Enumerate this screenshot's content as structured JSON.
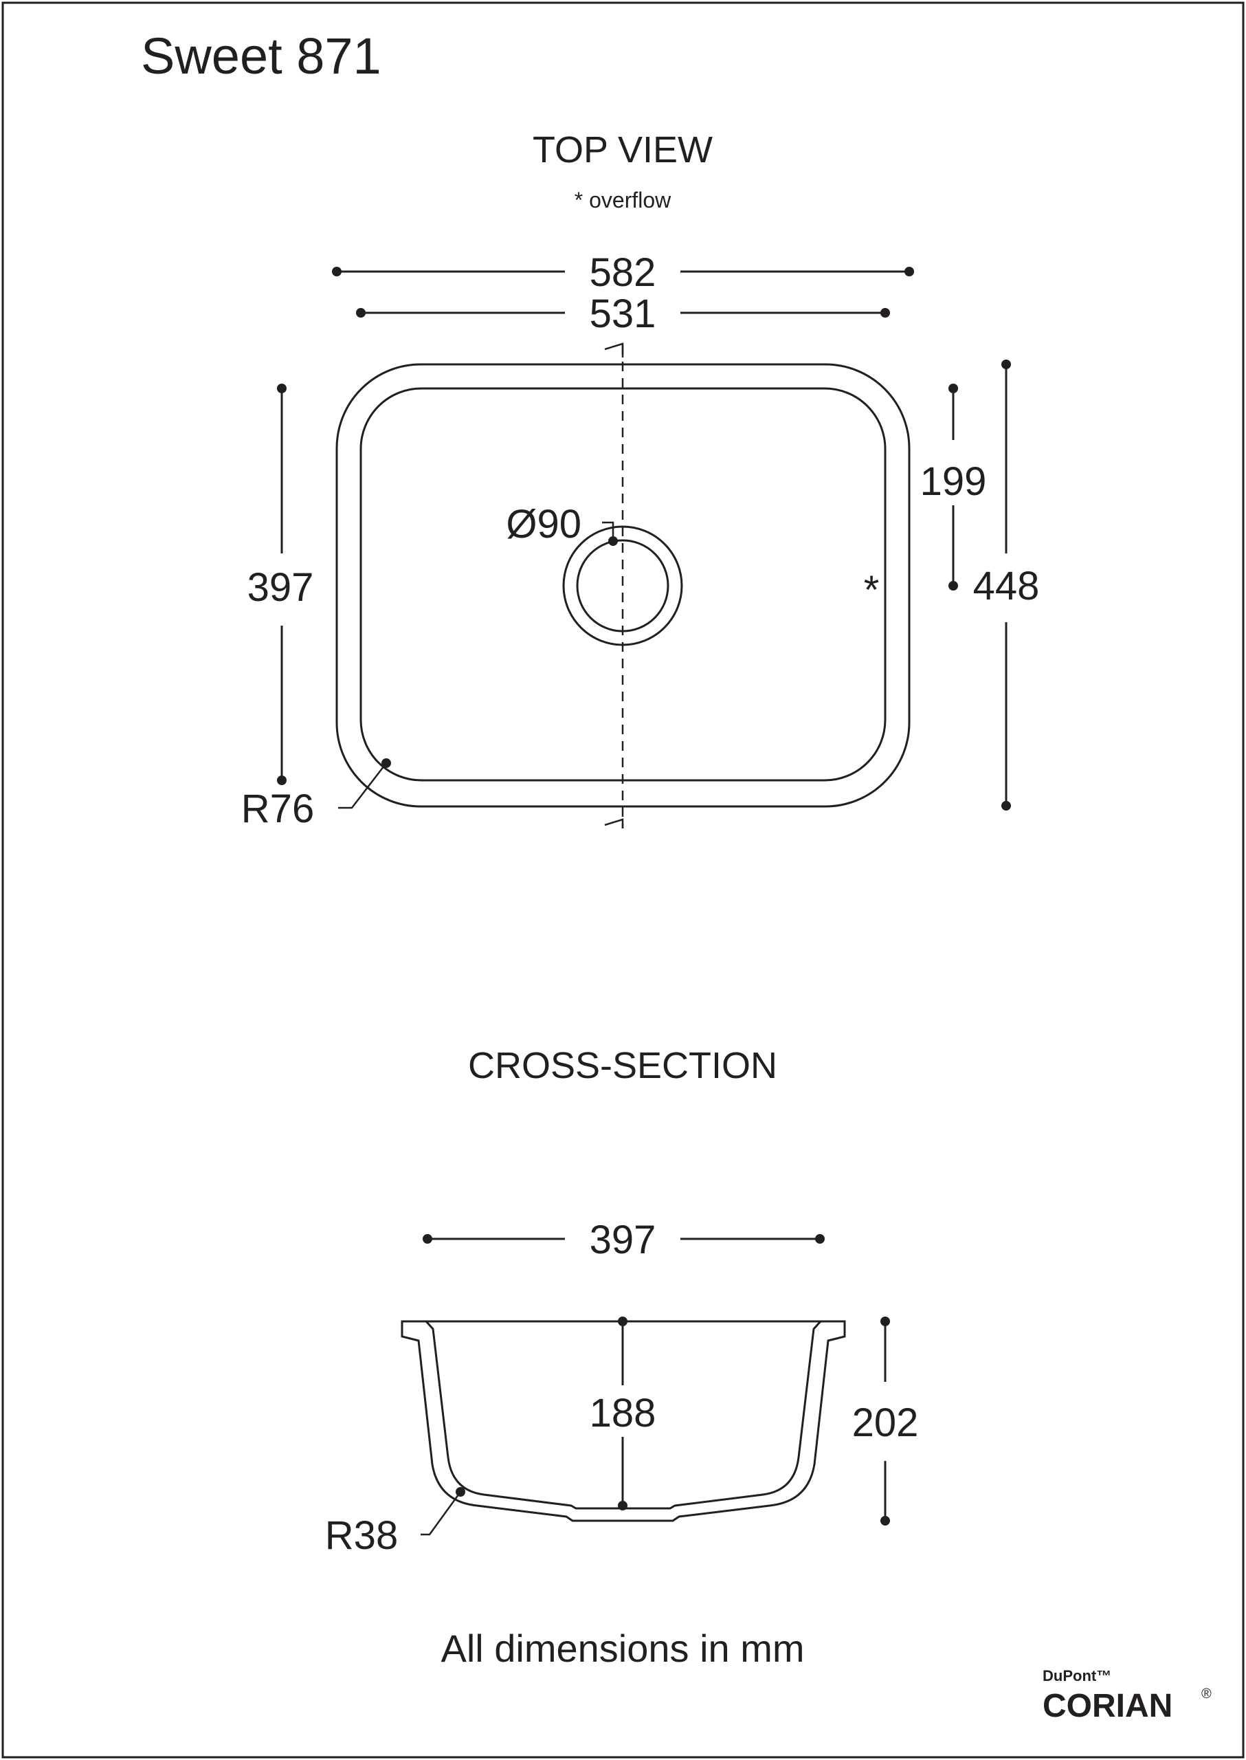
{
  "title": "Sweet 871",
  "top_view": {
    "heading": "TOP VIEW",
    "note": "* overflow",
    "dim_outer_width": "582",
    "dim_inner_width": "531",
    "dim_inner_depth": "397",
    "dim_outer_depth": "448",
    "dim_drain_offset": "199",
    "drain_diameter": "Ø90",
    "corner_radius": "R76",
    "overflow_marker": "*"
  },
  "cross_section": {
    "heading": "CROSS-SECTION",
    "dim_width": "397",
    "dim_inner_height": "188",
    "dim_outer_height": "202",
    "bottom_radius": "R38"
  },
  "footer_note": "All dimensions in mm",
  "logo": {
    "brand_small": "DuPont™",
    "brand_large": "CORIAN",
    "registered": "®"
  },
  "colors": {
    "ink": "#231f20",
    "paper": "#ffffff"
  }
}
